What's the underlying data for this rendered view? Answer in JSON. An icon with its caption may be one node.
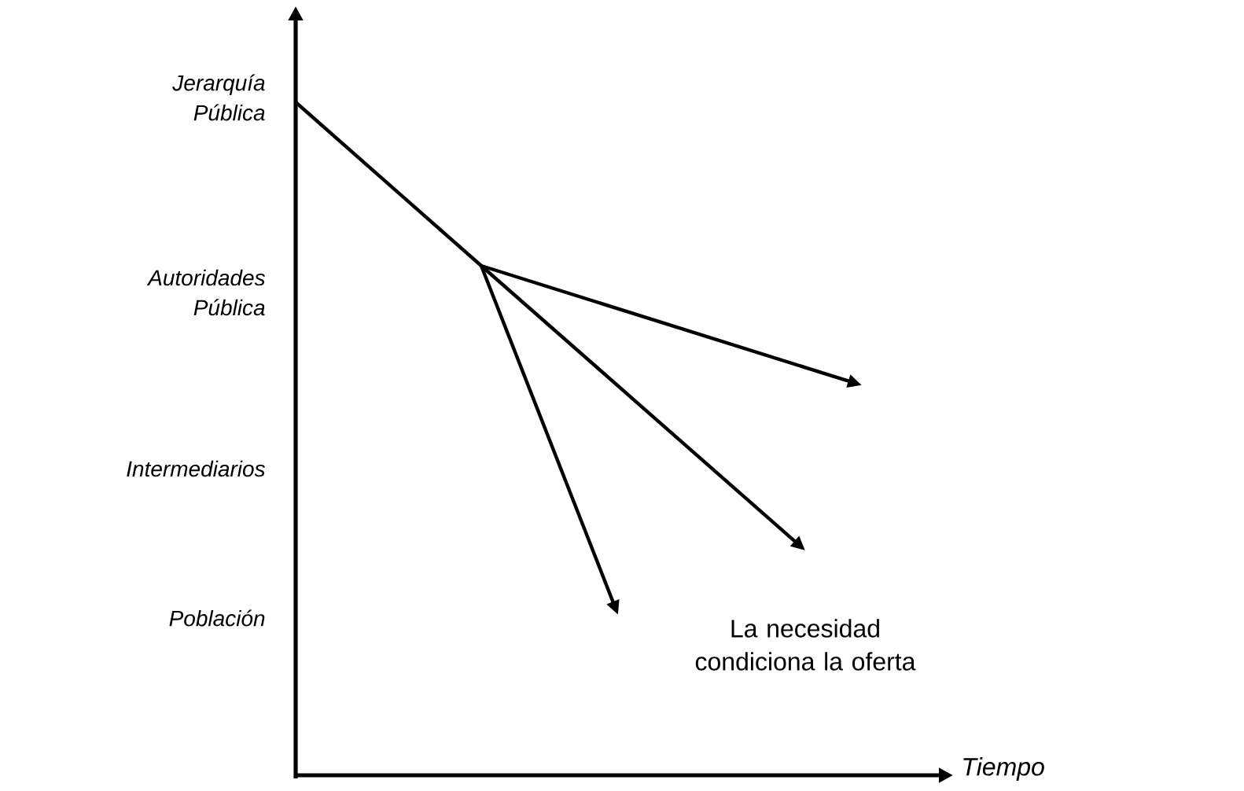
{
  "diagram": {
    "labels": [
      "Jerarquía Pública",
      "Autoridades Pública",
      "Intermediarios",
      "Población",
      "La necesidad condiciona la oferta",
      "Tiempo"
    ]
  }
}
